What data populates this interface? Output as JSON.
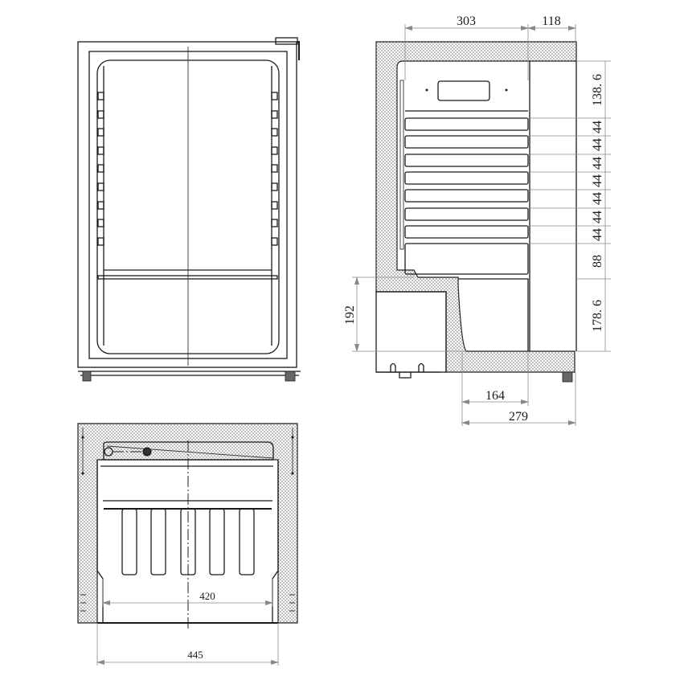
{
  "drawing": {
    "subject": "Beverage cooler dimensional drawing",
    "views": [
      "front-view",
      "side-section-view",
      "top-section-view"
    ]
  },
  "side_view": {
    "dims_top": {
      "interior_depth": "303",
      "door_depth": "118"
    },
    "dims_right": {
      "top_section": "138. 6",
      "shelf_pitches": [
        "44",
        "44",
        "44",
        "44",
        "44",
        "44",
        "44"
      ],
      "lower_section": "88",
      "bottom_section": "178. 6"
    },
    "dims_left": {
      "compressor_height": "192"
    },
    "dims_bottom": {
      "lower_depth": "164",
      "lower_total_depth": "279"
    }
  },
  "top_view": {
    "dims": {
      "interior_width": "420",
      "overall_width": "445"
    }
  },
  "colors": {
    "line": "#1a1a1a",
    "dimension_line": "#888888",
    "insulation_hatch": "#cfcfcf"
  }
}
